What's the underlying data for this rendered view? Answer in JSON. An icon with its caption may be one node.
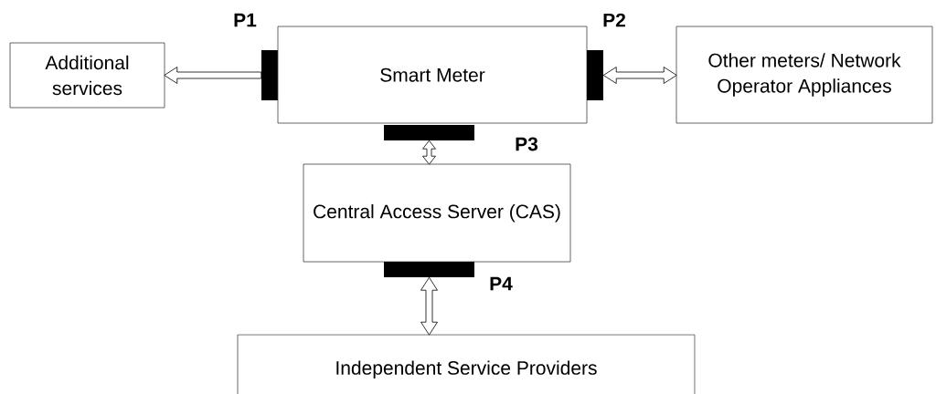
{
  "diagram": {
    "nodes": [
      {
        "text": [
          "P1"
        ]
      },
      {
        "text": [
          "Additional services"
        ]
      },
      {
        "text": [
          "Smart Meter"
        ]
      },
      {
        "text": [
          "P2"
        ]
      },
      {
        "text": [
          "Other meters/ Network Operator Appliances"
        ]
      },
      {
        "text": [
          "P3"
        ]
      },
      {
        "text": [
          "Central Access Server (CAS)"
        ]
      },
      {
        "text": [
          "P4"
        ]
      },
      {
        "text": [
          "Independent Service Providers"
        ]
      }
    ],
    "edges": [
      {
        "from": 0,
        "to": 1,
        "arrow": "to"
      },
      {
        "from": 3,
        "to": 4,
        "arrow": "both"
      },
      {
        "from": 5,
        "to": 6,
        "arrow": "both"
      },
      {
        "from": 7,
        "to": 8,
        "arrow": "both"
      }
    ]
  }
}
